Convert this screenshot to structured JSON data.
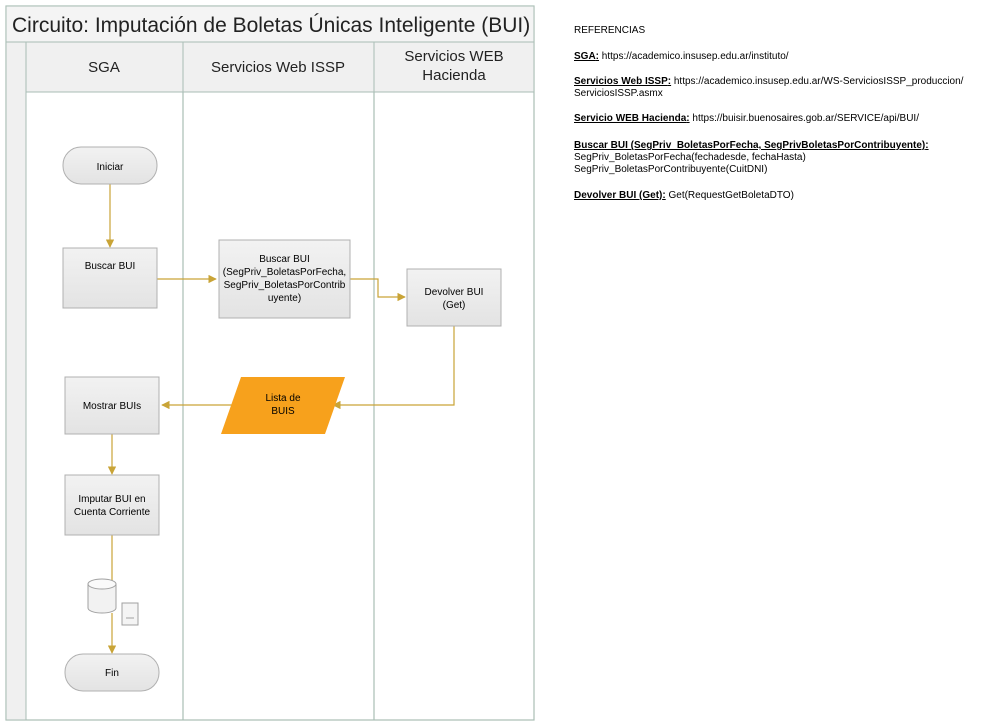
{
  "title": "Circuito: Imputación de Boletas Únicas Inteligente (BUI)",
  "lanes": [
    "SGA",
    "Servicios Web ISSP",
    "Servicios WEB Hacienda"
  ],
  "nodes": {
    "start": "Iniciar",
    "buscar_sga": "Buscar BUI",
    "buscar_issp": [
      "Buscar BUI",
      "(SegPriv_BoletasPorFecha,",
      "SegPriv_BoletasPorContrib",
      "uyente)"
    ],
    "devolver": [
      "Devolver BUI",
      "(Get)"
    ],
    "lista": [
      "Lista de",
      "BUIS"
    ],
    "mostrar": "Mostrar BUIs",
    "imputar": [
      "Imputar BUI en",
      "Cuenta Corriente"
    ],
    "end": "Fin"
  },
  "references": {
    "heading": "REFERENCIAS",
    "items": [
      {
        "term": "SGA",
        "desc": "https://academico.insusep.edu.ar/instituto/"
      },
      {
        "term": "Servicios Web ISSP",
        "desc": "https://academico.insusep.edu.ar/WS-ServiciosISSP_produccion/ ServiciosISSP.asmx"
      },
      {
        "term": "Servicio WEB Hacienda",
        "desc": "https://buisir.buenosaires.gob.ar/SERVICE/api/BUI/"
      },
      {
        "term": "Buscar BUI (SegPriv_BoletasPorFecha, SegPrivBoletasPorContribuyente)",
        "desc_lines": [
          "SegPriv_BoletasPorFecha(fechadesde, fechaHasta)",
          "SegPriv_BoletasPorContribuyente(CuitDNI)"
        ]
      },
      {
        "term": "Devolver BUI (Get)",
        "desc": "Get(RequestGetBoletaDTO)"
      }
    ]
  },
  "colors": {
    "connector": "#c9a437",
    "data_fill": "#f7a11c",
    "box_fill": "#ececec",
    "lane_border": "#b7c8c1"
  }
}
